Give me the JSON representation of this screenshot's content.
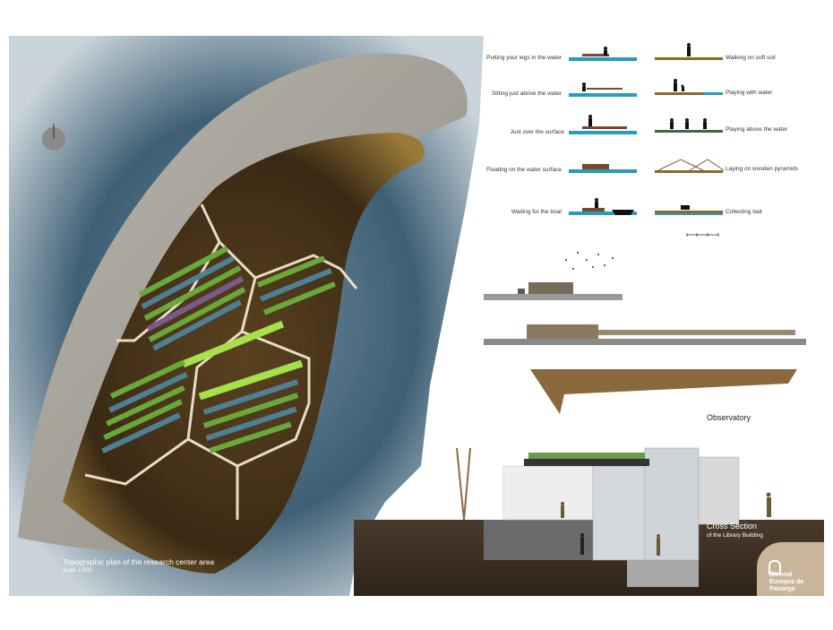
{
  "plan": {
    "title": "Topographic plan of the research center area",
    "scale": "scale 1:500"
  },
  "activities_left": [
    {
      "label": "Putting your legs in the water"
    },
    {
      "label": "Sitting just above the water"
    },
    {
      "label": "Just over the surface"
    },
    {
      "label": "Floating on the water surface"
    },
    {
      "label": "Waiting for the boat"
    }
  ],
  "activities_right": [
    {
      "label": "Walking on soft soil"
    },
    {
      "label": "Playing with water"
    },
    {
      "label": "Playing above the water"
    },
    {
      "label": "Laying on wooden pyramids"
    },
    {
      "label": "Collecting bait"
    }
  ],
  "observatory": {
    "title": "Observatory"
  },
  "cross_section": {
    "title": "Cross Section",
    "subtitle": "of the Library Building"
  },
  "logo": {
    "line1": "Biennal",
    "line2": "Europea de",
    "line3": "Paisatge"
  },
  "colors": {
    "water": "#2a9bbd",
    "soil": "#8a6a2a",
    "grass": "#6aa83a",
    "sea": "#4a6a80",
    "ground": "#3a2e24"
  }
}
